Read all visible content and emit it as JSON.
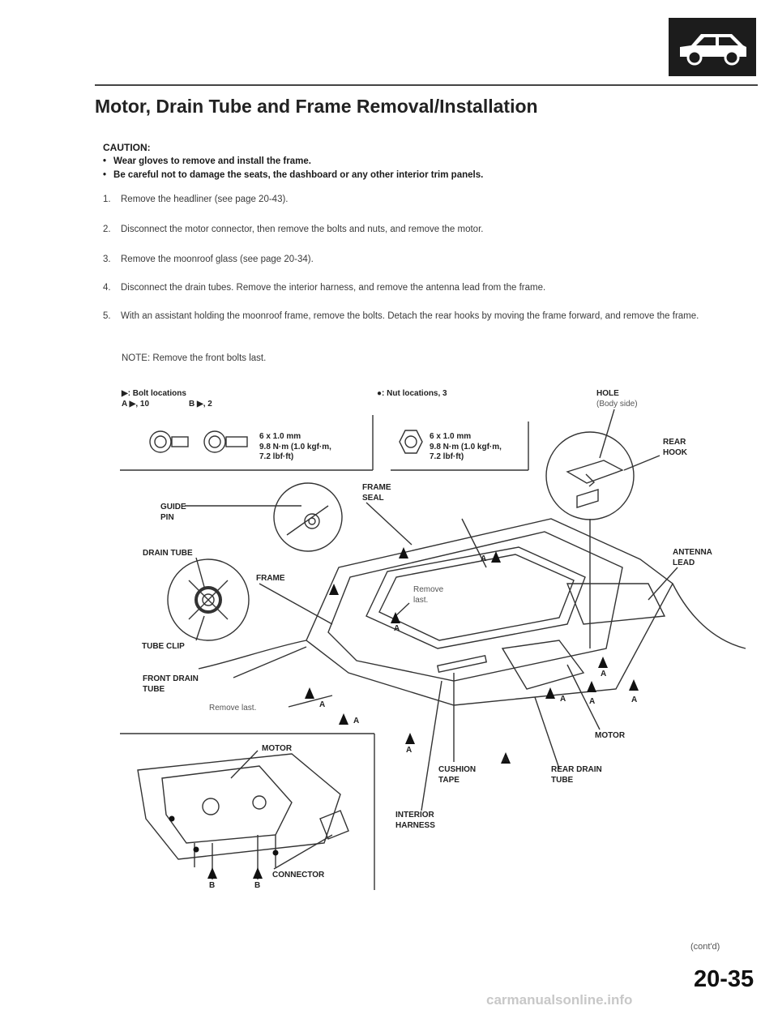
{
  "header": {
    "icon": "car-body-icon",
    "title": "Motor, Drain Tube and Frame Removal/Installation"
  },
  "caution": {
    "label": "CAUTION:",
    "items": [
      "Wear gloves to remove and install the frame.",
      "Be careful not to damage the seats, the dashboard or any other interior trim panels."
    ]
  },
  "steps": [
    {
      "num": "1.",
      "text": "Remove the headliner (see page 20-43)."
    },
    {
      "num": "2.",
      "text": "Disconnect the motor connector, then remove the bolts and nuts, and remove the motor."
    },
    {
      "num": "3.",
      "text": "Remove the moonroof glass (see page 20-34)."
    },
    {
      "num": "4.",
      "text": "Disconnect the drain tubes. Remove the interior harness, and remove the antenna lead from the frame."
    },
    {
      "num": "5.",
      "text": "With an assistant holding the moonroof frame, remove the bolts. Detach the rear hooks by moving the frame forward, and remove the frame."
    }
  ],
  "note": "NOTE:  Remove the front bolts last.",
  "legend": {
    "bolt_title": "▶: Bolt locations",
    "bolt_a": "A ▶, 10",
    "bolt_b": "B ▶, 2",
    "nut_title": "●: Nut locations, 3",
    "bolt_spec": [
      "6 x 1.0 mm",
      "9.8 N·m (1.0 kgf·m,",
      "7.2 lbf·ft)"
    ],
    "nut_spec": [
      "6 x 1.0 mm",
      "9.8 N·m (1.0 kgf·m,",
      "7.2 lbf·ft)"
    ]
  },
  "labels": {
    "hole": "HOLE",
    "hole_sub": "(Body side)",
    "rear_hook": [
      "REAR",
      "HOOK"
    ],
    "guide_pin": [
      "GUIDE",
      "PIN"
    ],
    "frame_seal": [
      "FRAME",
      "SEAL"
    ],
    "drain_tube": "DRAIN TUBE",
    "frame": "FRAME",
    "antenna_lead": [
      "ANTENNA",
      "LEAD"
    ],
    "remove_last_center": [
      "Remove",
      "last."
    ],
    "tube_clip": "TUBE CLIP",
    "front_drain_tube": [
      "FRONT DRAIN",
      "TUBE"
    ],
    "remove_last_left": "Remove last.",
    "motor_right": "MOTOR",
    "motor_inset": "MOTOR",
    "cushion_tape": [
      "CUSHION",
      "TAPE"
    ],
    "rear_drain_tube": [
      "REAR DRAIN",
      "TUBE"
    ],
    "interior_harness": [
      "INTERIOR",
      "HARNESS"
    ],
    "connector": "CONNECTOR",
    "a": "A",
    "b": "B"
  },
  "footer": {
    "contd": "(cont'd)",
    "page": "20-35",
    "watermark": "carmanualsonline.info"
  }
}
